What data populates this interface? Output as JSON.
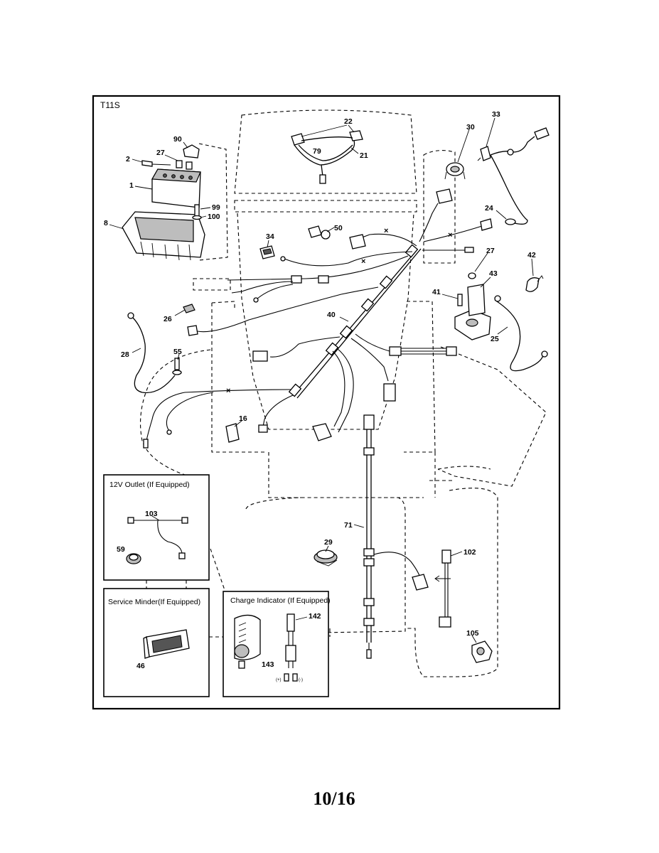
{
  "diagram": {
    "model_tag": "T11S",
    "page_number": "10/16",
    "callouts": {
      "c1": "1",
      "c2": "2",
      "c8": "8",
      "c16": "16",
      "c21": "21",
      "c22": "22",
      "c24": "24",
      "c25": "25",
      "c26": "26",
      "c27a": "27",
      "c27b": "27",
      "c28": "28",
      "c29": "29",
      "c30": "30",
      "c33": "33",
      "c34": "34",
      "c40": "40",
      "c41": "41",
      "c42": "42",
      "c43": "43",
      "c46": "46",
      "c50": "50",
      "c55": "55",
      "c59": "59",
      "c71": "71",
      "c79": "79",
      "c90": "90",
      "c99": "99",
      "c100": "100",
      "c102": "102",
      "c103": "103",
      "c105": "105",
      "c142": "142",
      "c143": "143"
    },
    "boxes": {
      "outlet_title": "12V Outlet (If Equipped)",
      "service_title": "Service Minder(If Equipped)",
      "charge_title": "Charge Indicator (If Equipped)"
    },
    "terminal_labels": {
      "plus": "(+)",
      "minus": "(-)"
    }
  }
}
